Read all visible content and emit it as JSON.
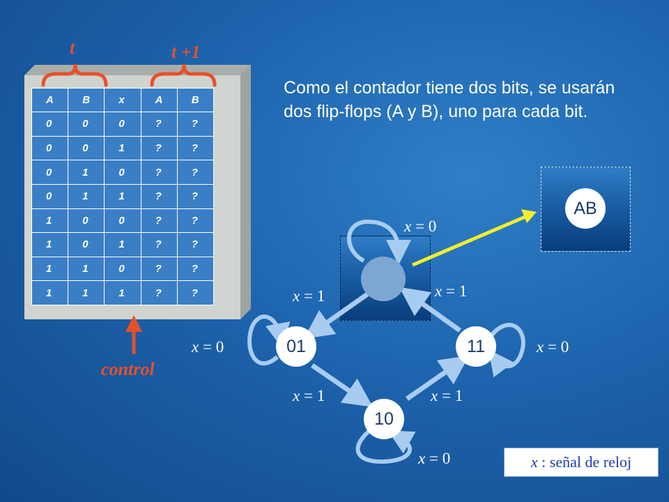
{
  "table": {
    "header": [
      "A",
      "B",
      "x",
      "A",
      "B"
    ],
    "rows": [
      [
        "0",
        "0",
        "0",
        "?",
        "?"
      ],
      [
        "0",
        "0",
        "1",
        "?",
        "?"
      ],
      [
        "0",
        "1",
        "0",
        "?",
        "?"
      ],
      [
        "0",
        "1",
        "1",
        "?",
        "?"
      ],
      [
        "1",
        "0",
        "0",
        "?",
        "?"
      ],
      [
        "1",
        "0",
        "1",
        "?",
        "?"
      ],
      [
        "1",
        "1",
        "0",
        "?",
        "?"
      ],
      [
        "1",
        "1",
        "1",
        "?",
        "?"
      ]
    ]
  },
  "labels": {
    "t": "t",
    "t_plus": "t +1",
    "control": "control"
  },
  "explanation": "Como el contador tiene dos bits, se usarán dos flip-flops (A y B), uno para cada bit.",
  "nodes": {
    "top": "",
    "left": "01",
    "right": "11",
    "bottom": "10",
    "zoom": "AB"
  },
  "edge_labels": {
    "var": "x",
    "eq": " = ",
    "zero": "0",
    "one": "1"
  },
  "legend": {
    "var": "x",
    "text": " : señal de reloj"
  },
  "colors": {
    "accent_red": "#e8502a",
    "arrow_yellow": "#f2ef2c",
    "edge_blue": "#a8ccf0",
    "top_node": "#7ea6d2"
  }
}
